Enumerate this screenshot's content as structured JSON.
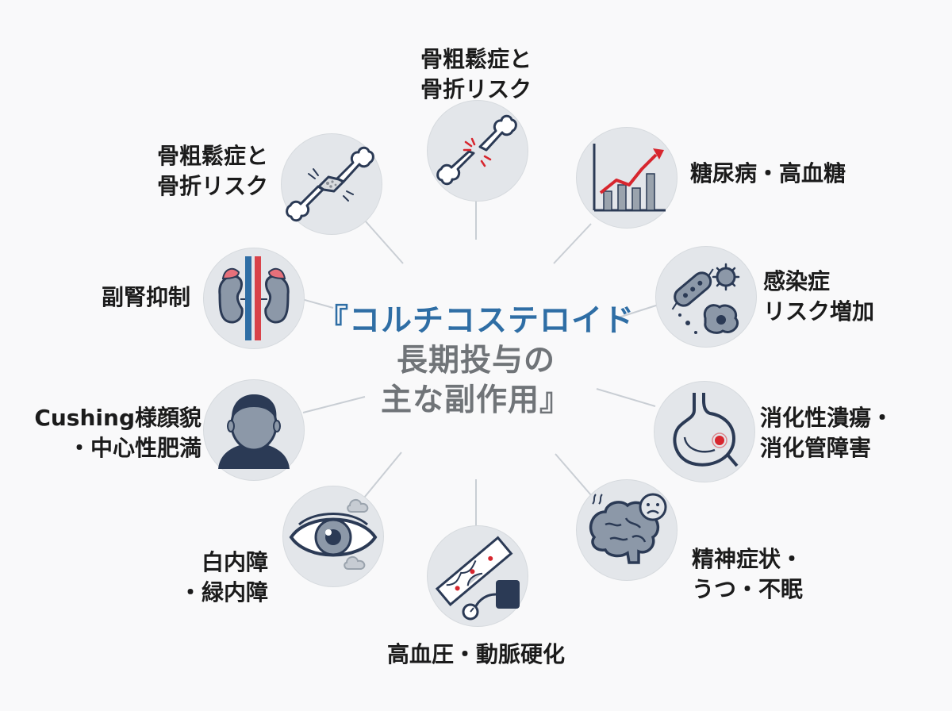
{
  "center": {
    "line1": "『コルチコステロイド",
    "line2": "長期投与の",
    "line3": "主な副作用』"
  },
  "nodes": [
    {
      "id": "bone-top",
      "icon": "broken-bone-icon",
      "label": [
        "骨粗鬆症と",
        "骨折リスク"
      ]
    },
    {
      "id": "bone-left",
      "icon": "fractured-bone-icon",
      "label": [
        "骨粗鬆症と",
        "骨折リスク"
      ]
    },
    {
      "id": "diabetes",
      "icon": "rising-chart-icon",
      "label": [
        "糖尿病・高血糖"
      ]
    },
    {
      "id": "adrenal",
      "icon": "kidney-adrenal-icon",
      "label": [
        "副腎抑制"
      ]
    },
    {
      "id": "infection",
      "icon": "bacteria-virus-icon",
      "label": [
        "感染症",
        "リスク増加"
      ]
    },
    {
      "id": "cushing",
      "icon": "person-face-icon",
      "label": [
        "Cushing様顔貌",
        "・中心性肥満"
      ]
    },
    {
      "id": "ulcer",
      "icon": "stomach-ulcer-icon",
      "label": [
        "消化性潰瘍・",
        "消化管障害"
      ]
    },
    {
      "id": "eye",
      "icon": "eye-cataract-icon",
      "label": [
        "白内障",
        "・緑内障"
      ]
    },
    {
      "id": "psych",
      "icon": "brain-sad-icon",
      "label": [
        "精神症状・",
        "うつ・不眠"
      ]
    },
    {
      "id": "hypertension",
      "icon": "artery-bp-cuff-icon",
      "label": [
        "高血圧・動脈硬化"
      ]
    }
  ],
  "colors": {
    "accent_blue": "#2f6ea5",
    "icon_navy": "#2b3a55",
    "alert_red": "#d7262e",
    "node_fill": "#e3e6ea",
    "connector": "#c9ced4"
  }
}
